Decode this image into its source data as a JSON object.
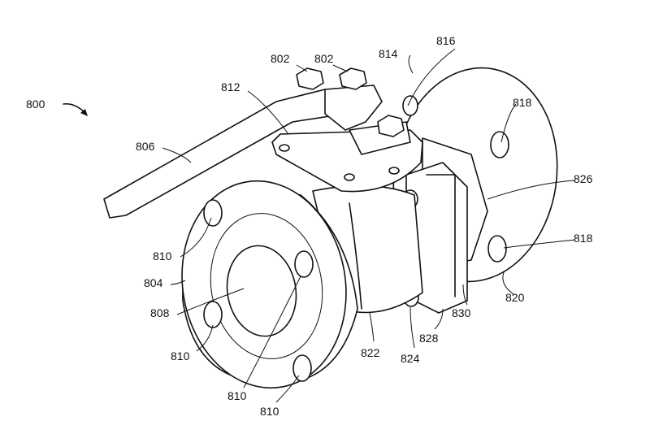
{
  "figure": {
    "labels": {
      "assembly": "800",
      "nut_a": "802",
      "nut_b": "802",
      "handle": "806",
      "stop_plate": "812",
      "right_flange": "814",
      "stop_hole": "816",
      "right_bolt_hole_upper": "818",
      "right_bolt_hole_lower": "818",
      "seal_region": "826",
      "right_flange_face": "820",
      "left_bolt_hole_upper": "810",
      "left_flange": "804",
      "bore": "808",
      "left_bolt_hole_lower": "810",
      "left_bolt_hole_bottom_a": "810",
      "left_bolt_hole_bottom_b": "810",
      "body": "822",
      "body_bolt": "824",
      "end_cap": "828",
      "cap_edge": "830"
    }
  }
}
